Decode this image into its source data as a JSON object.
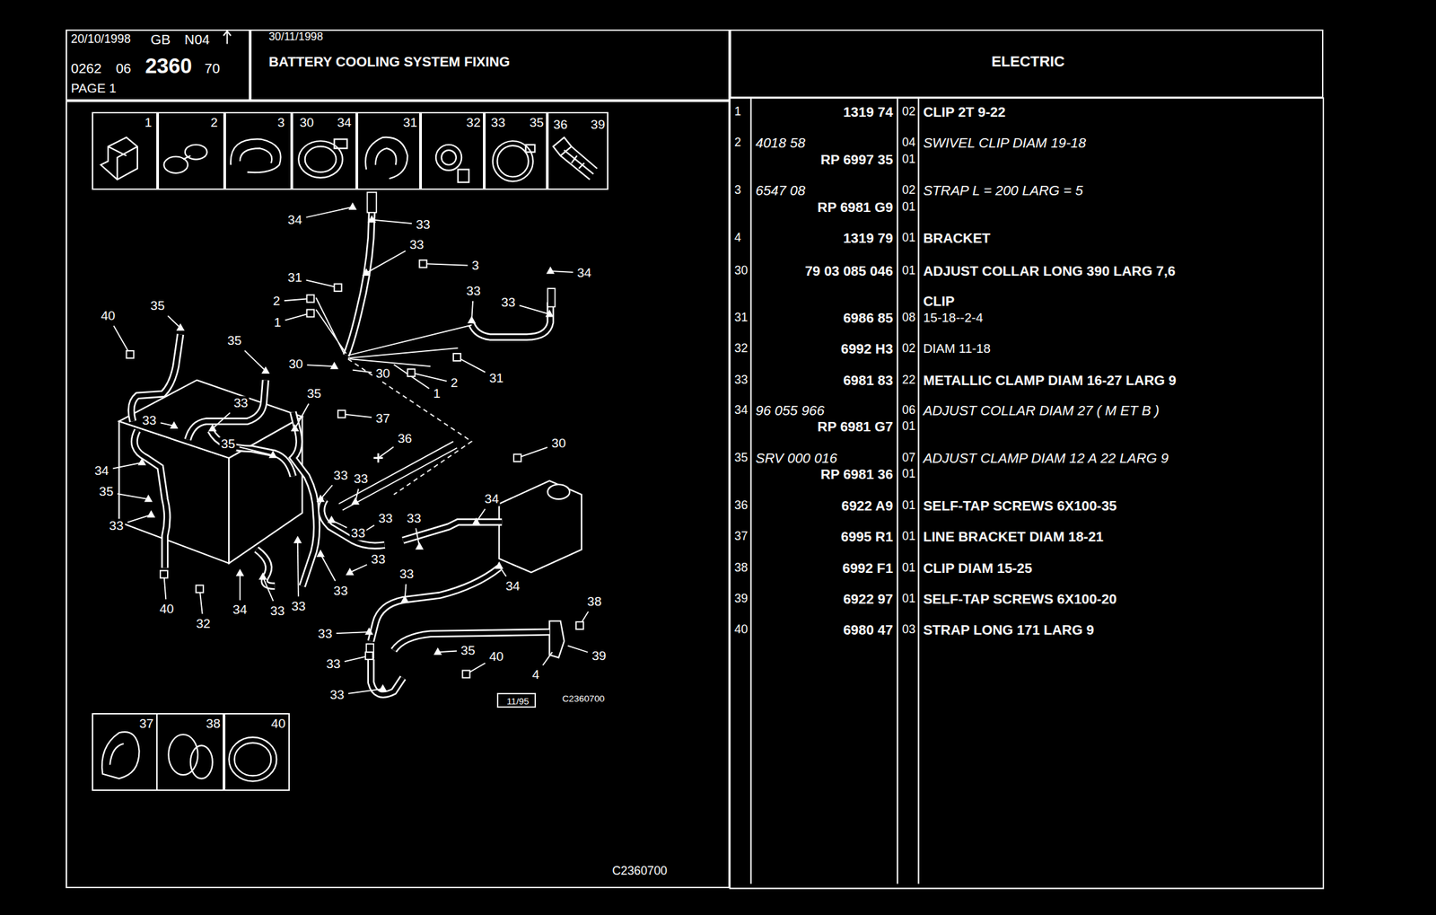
{
  "diagram": {
    "title": "BATTERY COOLING SYSTEM FIXING",
    "nodes": [
      {
        "text": [
          "20/10/1998",
          "GB",
          "N04",
          "0262",
          "06",
          "2360",
          "70",
          "PAGE 1"
        ]
      },
      {
        "text": [
          "30/11/1998"
        ]
      },
      {
        "text": [
          "ELECTRIC"
        ]
      },
      {
        "text": [
          "C2360700"
        ]
      },
      {
        "text": [
          "1"
        ],
        "in": 3
      },
      {
        "text": [
          "2"
        ],
        "in": 3
      },
      {
        "text": [
          "3"
        ],
        "in": 3
      },
      {
        "text": [
          "30",
          "34"
        ],
        "in": 3
      },
      {
        "text": [
          "31"
        ],
        "in": 3
      },
      {
        "text": [
          "32"
        ],
        "in": 3
      },
      {
        "text": [
          "33",
          "35"
        ],
        "in": 3
      },
      {
        "text": [
          "36",
          "39"
        ],
        "in": 3
      },
      {
        "text": [
          "11/95"
        ],
        "in": 3
      },
      {
        "text": [
          "37"
        ],
        "in": 3
      },
      {
        "text": [
          "38"
        ],
        "in": 3
      },
      {
        "text": [
          "40"
        ],
        "in": 3
      }
    ],
    "labels": [
      "34",
      "33",
      "33",
      "3",
      "34",
      "31",
      "33",
      "2",
      "33",
      "1",
      "40",
      "35",
      "35",
      "30",
      "30",
      "2",
      "31",
      "1",
      "35",
      "33",
      "37",
      "33",
      "36",
      "35",
      "30",
      "34",
      "33",
      "33",
      "35",
      "34",
      "33",
      "33",
      "33",
      "33",
      "33",
      "33",
      "34",
      "33",
      "38",
      "40",
      "32",
      "34",
      "33",
      "33",
      "33",
      "35",
      "40",
      "39",
      "33",
      "4",
      "33",
      "C2360700",
      "1",
      "1319 74",
      "02",
      "CLIP 2T 9-22",
      "2",
      "4018 58",
      "04",
      "SWIVEL CLIP DIAM 19-18",
      "RP 6997 35",
      "01",
      "3",
      "6547 08",
      "02",
      "STRAP L = 200 LARG = 5",
      "RP 6981 G9",
      "01",
      "4",
      "1319 79",
      "01",
      "BRACKET",
      "30",
      "79 03 085 046",
      "01",
      "ADJUST COLLAR LONG 390 LARG 7,6",
      "CLIP",
      "31",
      "6986 85",
      "08",
      "15-18--2-4",
      "32",
      "6992 H3",
      "02",
      "DIAM 11-18",
      "33",
      "6981 83",
      "22",
      "METALLIC CLAMP DIAM 16-27 LARG 9",
      "34",
      "96 055 966",
      "06",
      "ADJUST COLLAR DIAM 27 ( M ET B )",
      "RP 6981 G7",
      "01",
      "35",
      "SRV 000 016",
      "07",
      "ADJUST CLAMP DIAM 12 A 22 LARG 9",
      "RP 6981 36",
      "01",
      "36",
      "6922 A9",
      "01",
      "SELF-TAP SCREWS 6X100-35",
      "37",
      "6995 R1",
      "01",
      "LINE BRACKET DIAM 18-21",
      "38",
      "6992 F1",
      "01",
      "CLIP DIAM 15-25",
      "39",
      "6922 97",
      "01",
      "SELF-TAP SCREWS 6X100-20",
      "40",
      "6980 47",
      "03",
      "STRAP LONG 171 LARG 9"
    ]
  }
}
